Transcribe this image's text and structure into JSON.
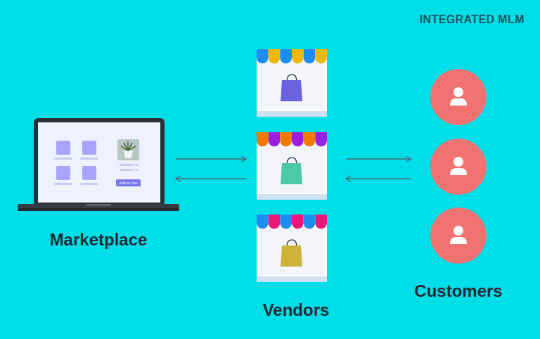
{
  "diagram": {
    "title": "INTEGRATED MLM",
    "nodes": [
      {
        "text": [
          "Marketplace"
        ]
      },
      {
        "text": [
          "Vendors"
        ]
      },
      {
        "text": [
          "Customers"
        ]
      }
    ],
    "edges": [
      {
        "from": 0,
        "to": 1,
        "arrow": "to"
      },
      {
        "from": 1,
        "to": 0,
        "arrow": "to"
      },
      {
        "from": 1,
        "to": 2,
        "arrow": "to"
      },
      {
        "from": 2,
        "to": 1,
        "arrow": "to"
      }
    ],
    "labels": [
      "Add to Cart"
    ]
  }
}
